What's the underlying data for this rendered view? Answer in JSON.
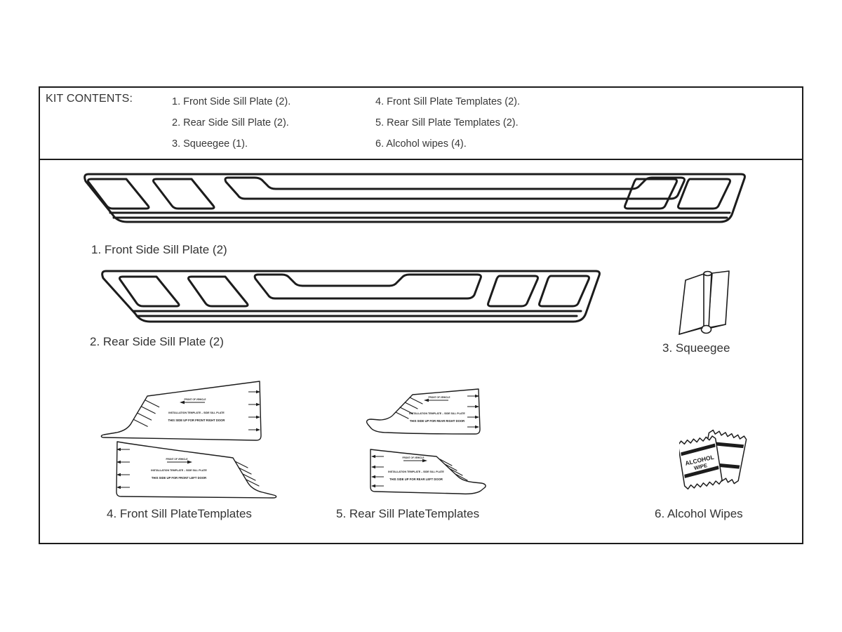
{
  "colors": {
    "line": "#1c1c1c",
    "text": "#383838"
  },
  "header": {
    "title": "KIT CONTENTS:",
    "col1": [
      "1. Front Side Sill Plate (2).",
      "2. Rear Side Sill Plate (2).",
      "3. Squeegee (1)."
    ],
    "col2": [
      "4. Front Sill Plate Templates (2).",
      "5. Rear Sill Plate Templates (2).",
      "6. Alcohol wipes (4)."
    ]
  },
  "figures": {
    "front_plate": {
      "caption": "1. Front Side Sill Plate (2)"
    },
    "rear_plate": {
      "caption": "2. Rear Side Sill Plate (2)"
    },
    "squeegee": {
      "caption": "3. Squeegee"
    },
    "front_templates": {
      "caption": "4. Front Sill PlateTemplates",
      "right_door": {
        "direction": "FRONT OF VEHICLE",
        "line1": "INSTALLATION TEMPLATE – SIDE SILL PLATE",
        "line2": "THIS SIDE UP FOR FRONT RIGHT DOOR"
      },
      "left_door": {
        "direction": "FRONT OF VEHICLE",
        "line1": "INSTALLATION TEMPLATE – SIDE SILL PLATE",
        "line2": "THIS SIDE UP FOR FRONT LEFT DOOR"
      }
    },
    "rear_templates": {
      "caption": "5. Rear Sill PlateTemplates",
      "right_door": {
        "direction": "FRONT OF VEHICLE",
        "line1": "INSTALLATION TEMPLATE – SIDE SILL PLATE",
        "line2": "THIS SIDE UP FOR REAR RIGHT DOOR"
      },
      "left_door": {
        "direction": "FRONT OF VEHICLE",
        "line1": "INSTALLATION TEMPLATE – SIDE SILL PLATE",
        "line2": "THIS SIDE UP FOR REAR LEFT DOOR"
      }
    },
    "alcohol_wipes": {
      "caption": "6. Alcohol Wipes",
      "label1": "ALCOHOL",
      "label2": "WIPE"
    }
  }
}
